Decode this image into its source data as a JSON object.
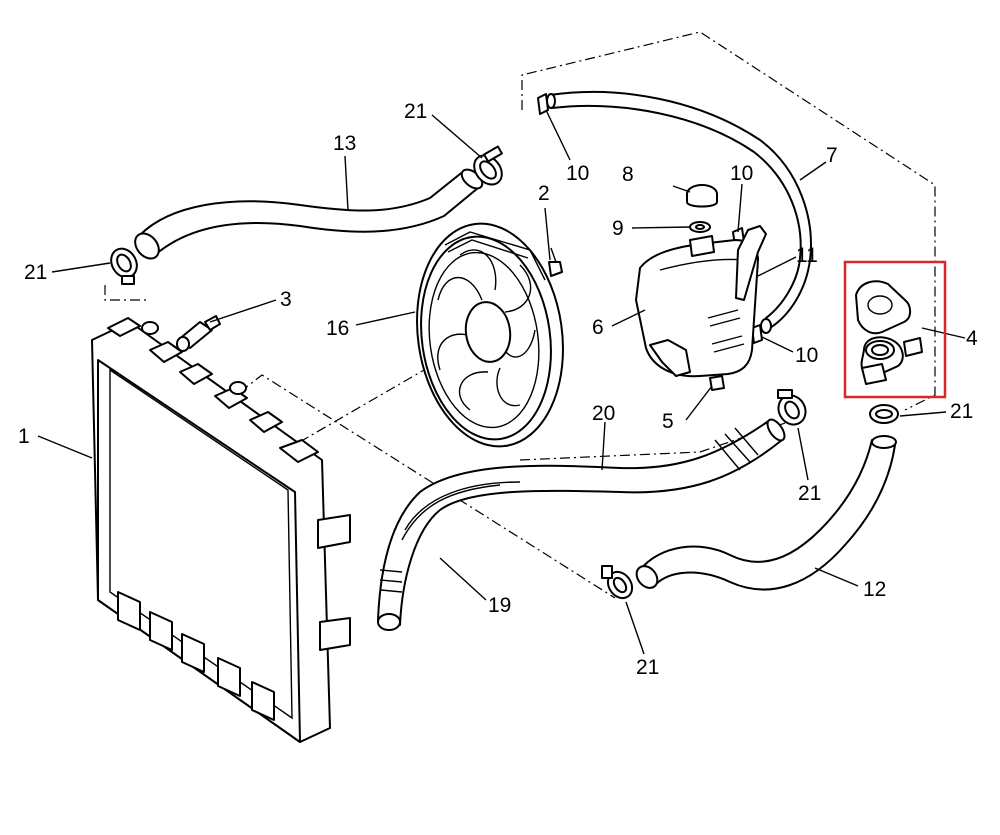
{
  "colors": {
    "line": "#000000",
    "background": "#ffffff",
    "highlight": "#d9262b"
  },
  "highlighted_part": "4",
  "callouts": {
    "c1": "1",
    "c2": "2",
    "c3": "3",
    "c4": "4",
    "c5": "5",
    "c6": "6",
    "c7": "7",
    "c8": "8",
    "c9": "9",
    "c10a": "10",
    "c10b": "10",
    "c10c": "10",
    "c11": "11",
    "c12": "12",
    "c13": "13",
    "c16": "16",
    "c19": "19",
    "c20": "20",
    "c21a": "21",
    "c21b": "21",
    "c21c": "21",
    "c21d": "21",
    "c21e": "21"
  }
}
